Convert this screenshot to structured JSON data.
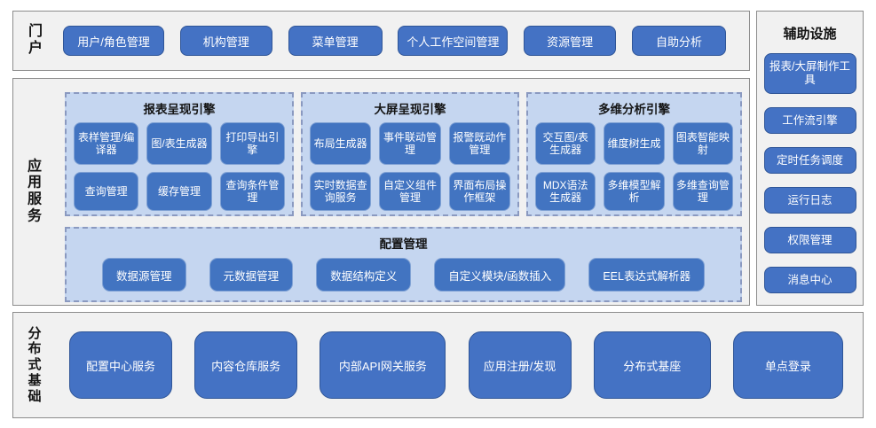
{
  "portal": {
    "label": "门户",
    "buttons": [
      "用户/角色管理",
      "机构管理",
      "菜单管理",
      "个人工作空间管理",
      "资源管理",
      "自助分析"
    ]
  },
  "app_services": {
    "label": "应用服务",
    "engines": [
      {
        "title": "报表呈现引擎",
        "buttons": [
          "表样管理/编译器",
          "图/表生成器",
          "打印导出引擎",
          "查询管理",
          "缓存管理",
          "查询条件管理"
        ]
      },
      {
        "title": "大屏呈现引擎",
        "buttons": [
          "布局生成器",
          "事件联动管理",
          "报警既动作管理",
          "实时数据查询服务",
          "自定义组件管理",
          "界面布局操作框架"
        ]
      },
      {
        "title": "多维分析引擎",
        "buttons": [
          "交互图/表生成器",
          "维度树生成",
          "图表智能映射",
          "MDX语法生成器",
          "多维模型解析",
          "多维查询管理"
        ]
      }
    ],
    "config": {
      "title": "配置管理",
      "buttons": [
        "数据源管理",
        "元数据管理",
        "数据结构定义",
        "自定义模块/函数插入",
        "EEL表达式解析器"
      ]
    }
  },
  "foundation": {
    "label": "分布式基础",
    "buttons": [
      "配置中心服务",
      "内容仓库服务",
      "内部API网关服务",
      "应用注册/发现",
      "分布式基座",
      "单点登录"
    ]
  },
  "auxiliary": {
    "title": "辅助设施",
    "buttons": [
      "报表/大屏制作工具",
      "工作流引擎",
      "定时任务调度",
      "运行日志",
      "权限管理",
      "消息中心"
    ]
  },
  "colors": {
    "node_blue": "#4472c4",
    "node_border": "#2f5597",
    "group_fill": "#c5d6f0",
    "group_dash_border": "#8a99c0",
    "section_fill": "#f1f1f1",
    "section_border": "#8c8c8c"
  }
}
